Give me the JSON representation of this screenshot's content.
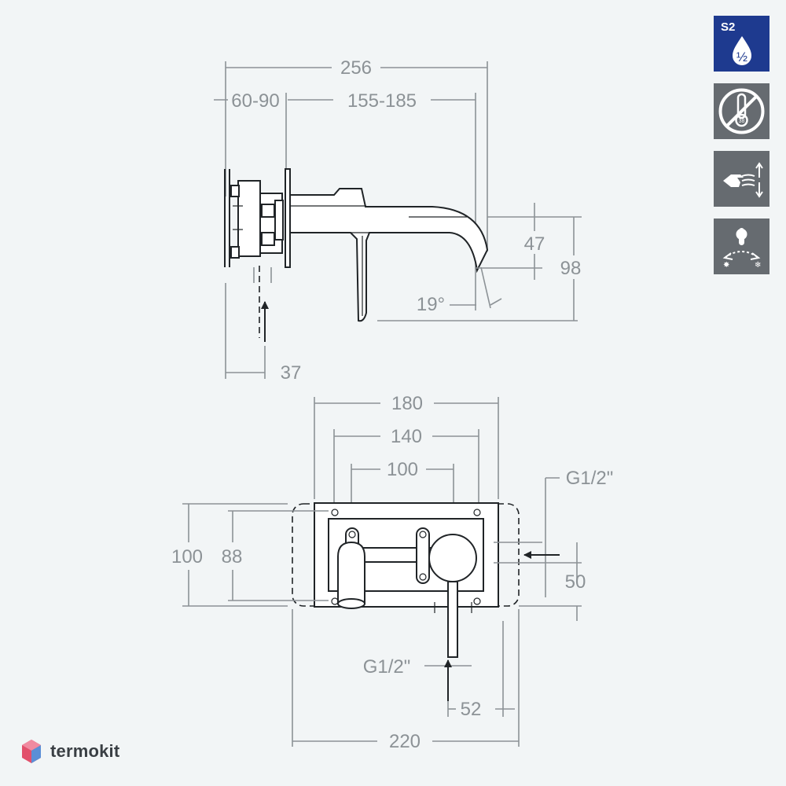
{
  "side_view": {
    "dim_overall": "256",
    "dim_depth_range": "60-90",
    "dim_reach_range": "155-185",
    "dim_outlet_height": "47",
    "dim_total_height": "98",
    "dim_angle": "19°",
    "dim_inlet_offset": "37"
  },
  "front_view": {
    "dim_plate_width": "180",
    "dim_inner_width": "140",
    "dim_center_distance": "100",
    "dim_plate_height": "100",
    "dim_inner_height": "88",
    "dim_outlet_offset": "50",
    "dim_bottom_offset": "52",
    "dim_box_width": "220",
    "thread_right": "G1/2\"",
    "thread_bottom": "G1/2\""
  },
  "side_icons": {
    "s2_label": "S2",
    "s2_fraction": "½",
    "colors": {
      "s2_bg": "#1e3a8f",
      "gray_bg": "#666b70"
    },
    "icons": [
      "water-saving-drop-icon",
      "no-thermostat-icon",
      "hand-flow-icon",
      "hot-cold-lever-icon"
    ]
  },
  "brand": {
    "name": "termokit",
    "logo_colors": [
      "#e2506b",
      "#5b8fd6"
    ]
  }
}
